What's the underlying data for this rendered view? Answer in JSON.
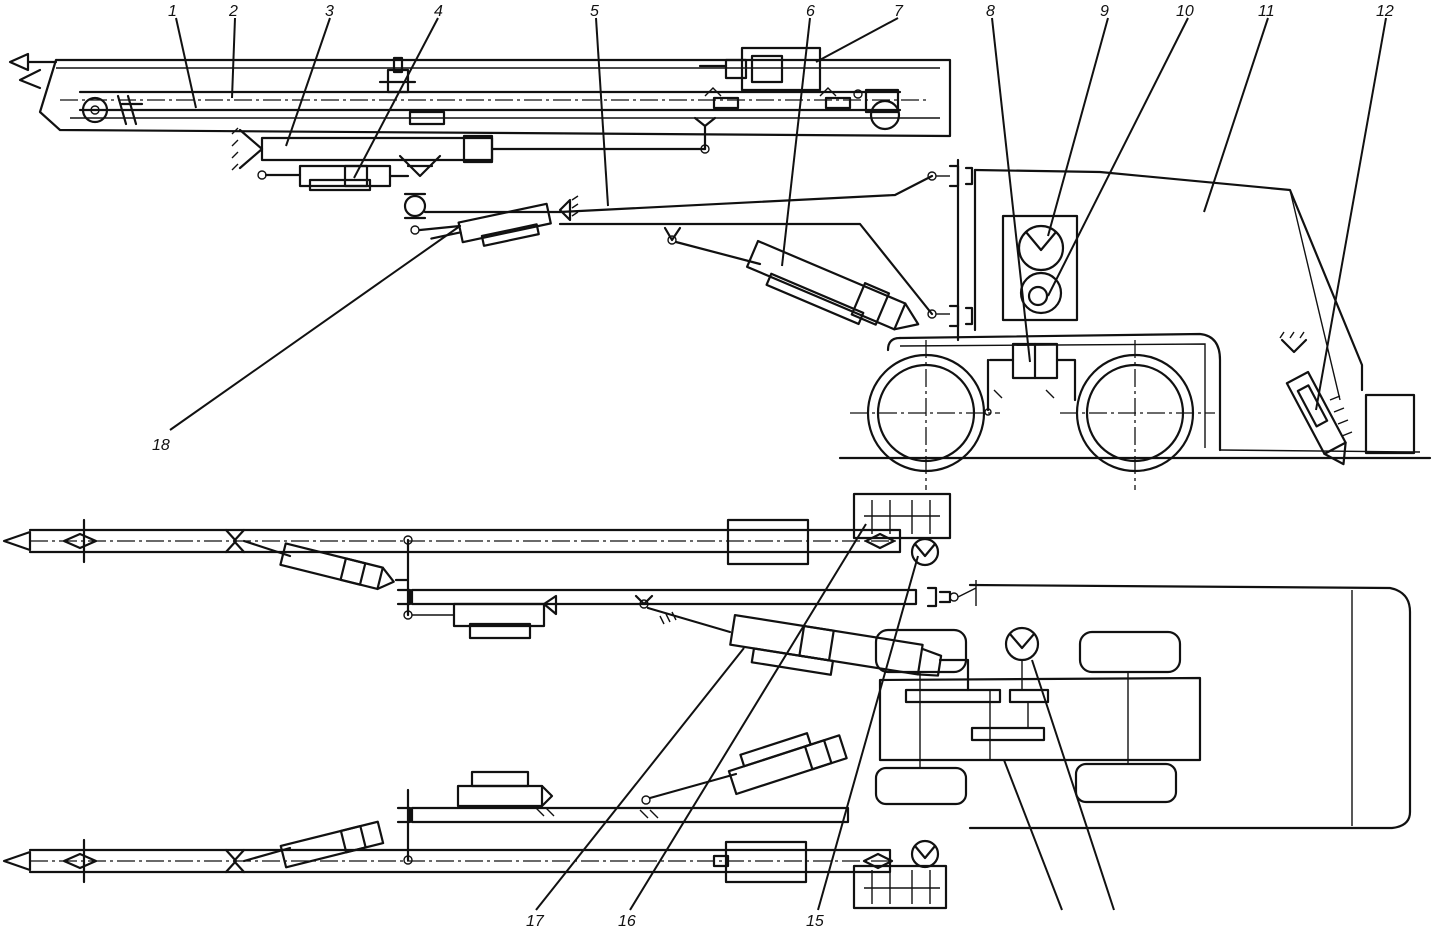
{
  "labels": {
    "l1": "1",
    "l2": "2",
    "l3": "3",
    "l4": "4",
    "l5": "5",
    "l6": "6",
    "l7": "7",
    "l8": "8",
    "l9": "9",
    "l10": "10",
    "l11": "11",
    "l12": "12",
    "l15": "15",
    "l16": "16",
    "l17": "17",
    "l18": "18"
  }
}
